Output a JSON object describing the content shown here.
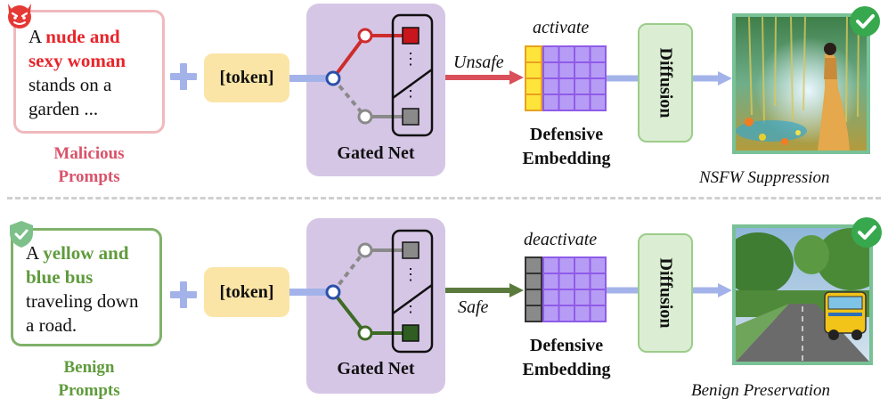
{
  "top": {
    "prompt_prefix": "A ",
    "prompt_highlight": "nude and sexy woman",
    "prompt_rest": "stands on a garden ...",
    "label_line1": "Malicious",
    "label_line2": "Prompts",
    "token": "[token]",
    "gated_label": "Gated Net",
    "route_label": "Unsafe",
    "embed_state": "activate",
    "embed_line1": "Defensive",
    "embed_line2": "Embedding",
    "diffusion": "Diffusion",
    "caption": "NSFW Suppression"
  },
  "bottom": {
    "prompt_prefix": "A ",
    "prompt_highlight": "yellow and blue bus",
    "prompt_rest": "traveling down a road.",
    "label_line1": "Benign",
    "label_line2": "Prompts",
    "token": "[token]",
    "gated_label": "Gated Net",
    "route_label": "Safe",
    "embed_state": "deactivate",
    "embed_line1": "Defensive",
    "embed_line2": "Embedding",
    "diffusion": "Diffusion",
    "caption": "Benign Preservation"
  },
  "colors": {
    "malicious": "#d9536a",
    "benign": "#5f9b3c",
    "unsafe_arrow": "#d9505a",
    "safe_arrow": "#5a7a3e",
    "gated_bg": "#d6c6e6",
    "token_bg": "#fbe5a6",
    "embedding_grid": "#9b6bf0",
    "embedding_active": "#ffe43b",
    "embedding_inactive": "#8a8a8a",
    "diffusion_bg": "#dbeed3",
    "image_frame": "#79c196"
  },
  "icons": [
    "devil-icon",
    "shield-check-icon",
    "plus-icon",
    "check-badge-icon"
  ]
}
